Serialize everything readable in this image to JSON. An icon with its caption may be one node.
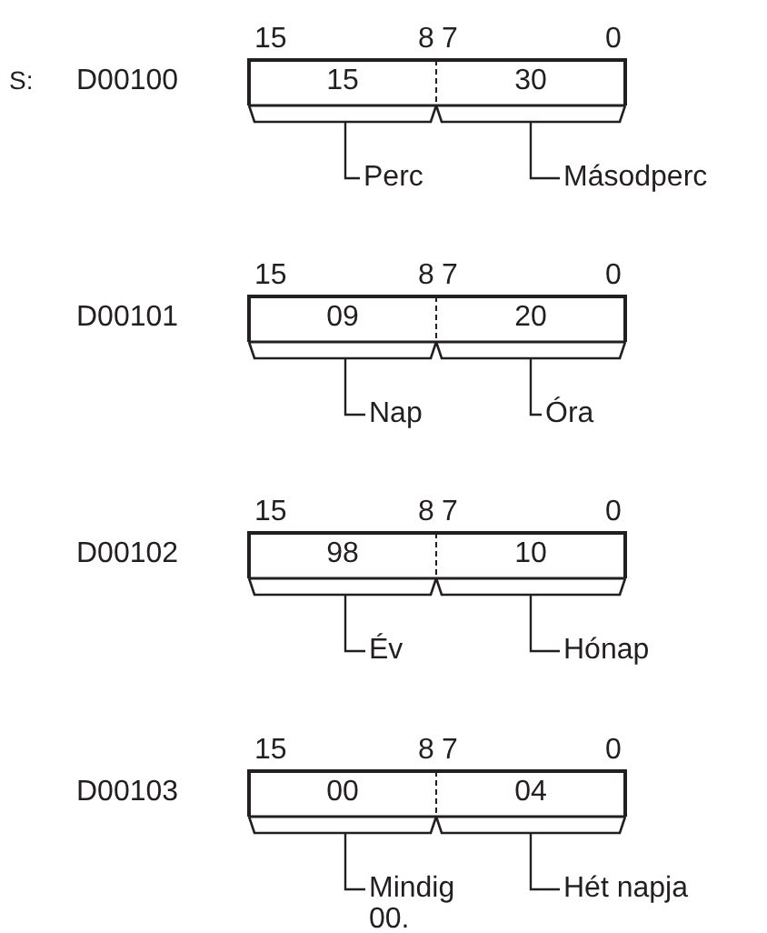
{
  "diagram": {
    "nodes": [
      {
        "text": [
          "15"
        ]
      },
      {
        "text": [
          "30"
        ]
      },
      {
        "text": [
          "Perc"
        ]
      },
      {
        "text": [
          "Másodperc"
        ]
      },
      {
        "text": [
          "09"
        ]
      },
      {
        "text": [
          "20"
        ]
      },
      {
        "text": [
          "Nap"
        ]
      },
      {
        "text": [
          "Óra"
        ]
      },
      {
        "text": [
          "98"
        ]
      },
      {
        "text": [
          "10"
        ]
      },
      {
        "text": [
          "Év"
        ]
      },
      {
        "text": [
          "Hónap"
        ]
      },
      {
        "text": [
          "00"
        ]
      },
      {
        "text": [
          "04"
        ]
      },
      {
        "text": [
          "Mindig 00."
        ]
      },
      {
        "text": [
          "Hét napja"
        ]
      }
    ],
    "edges": [
      {
        "from": 2,
        "to": 0,
        "arrow": "none"
      },
      {
        "from": 3,
        "to": 1,
        "arrow": "none"
      },
      {
        "from": 6,
        "to": 4,
        "arrow": "none"
      },
      {
        "from": 7,
        "to": 5,
        "arrow": "none"
      },
      {
        "from": 10,
        "to": 8,
        "arrow": "none"
      },
      {
        "from": 11,
        "to": 9,
        "arrow": "none"
      },
      {
        "from": 14,
        "to": 12,
        "arrow": "none"
      },
      {
        "from": 15,
        "to": 13,
        "arrow": "none"
      }
    ],
    "labels": [
      "15",
      "8",
      "7",
      "0",
      "S:",
      "D00100",
      "15",
      "8",
      "7",
      "0",
      "D00101",
      "15",
      "8",
      "7",
      "0",
      "D00102",
      "15",
      "8",
      "7",
      "0",
      "D00103"
    ]
  }
}
